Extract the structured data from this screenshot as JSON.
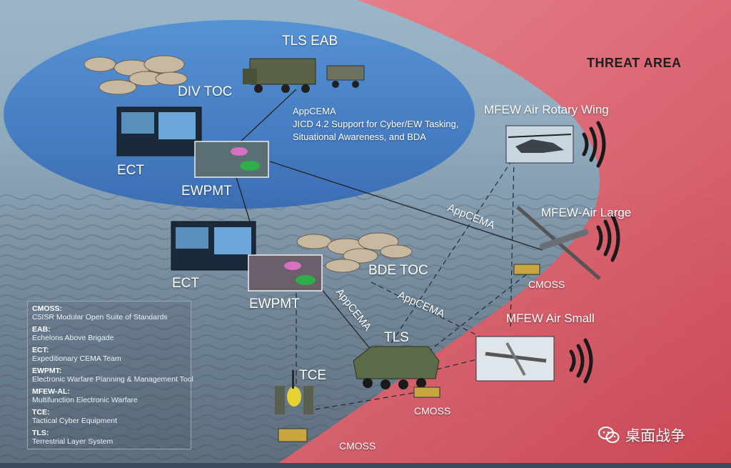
{
  "labels": {
    "tls_eab": "TLS EAB",
    "div_toc": "DIV TOC",
    "ect_top": "ECT",
    "ewpmt_top": "EWPMT",
    "ect_bottom": "ECT",
    "ewpmt_bottom": "EWPMT",
    "bde_toc": "BDE TOC",
    "tls": "TLS",
    "tce": "TCE",
    "cmoss_1": "CMOSS",
    "cmoss_2": "CMOSS",
    "cmoss_3": "CMOSS",
    "threat_area": "THREAT AREA",
    "mfew_rotary": "MFEW Air Rotary Wing",
    "mfew_large": "MFEW-Air Large",
    "mfew_small": "MFEW Air Small"
  },
  "appcema": {
    "a1": "AppCEMA",
    "a2": "AppCEMA",
    "a3": "AppCEMA"
  },
  "note": {
    "line1": "AppCEMA",
    "line2": "JICD 4.2 Support for Cyber/EW Tasking,",
    "line3": "Situational Awareness, and BDA"
  },
  "legend": [
    {
      "term": "CMOSS:",
      "desc": "C5ISR Modular Open Suite of Standards"
    },
    {
      "term": "EAB:",
      "desc": "Echelons Above Brigade"
    },
    {
      "term": "ECT:",
      "desc": "Expeditionary CEMA Team"
    },
    {
      "term": "EWPMT:",
      "desc": "Electronic Warfare Planning & Management Tool"
    },
    {
      "term": "MFEW-AL:",
      "desc": "Multifunction Electronic Warfare"
    },
    {
      "term": "TCE:",
      "desc": "Tactical Cyber Equipment"
    },
    {
      "term": "TLS:",
      "desc": "Terrestrial Layer System"
    }
  ],
  "watermark": {
    "text": "桌面战争",
    "icon": "wechat-icon"
  },
  "colors": {
    "friendly": "#3f78c8",
    "threat": "#e5535f"
  }
}
